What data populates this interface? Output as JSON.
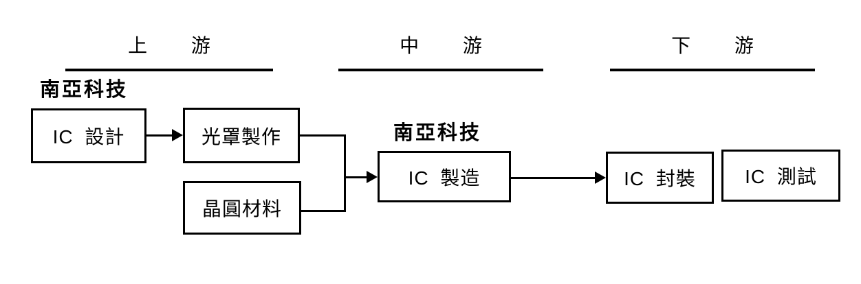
{
  "diagram": {
    "description": "IC industry supply chain flowchart",
    "colors": {
      "line": "#000000",
      "background": "#ffffff",
      "text": "#000000"
    },
    "sections": [
      {
        "label": "上 游"
      },
      {
        "label": "中 游"
      },
      {
        "label": "下 游"
      }
    ],
    "company_labels": [
      {
        "text": "南亞科技"
      },
      {
        "text": "南亞科技"
      }
    ],
    "nodes": [
      {
        "id": "ic-design",
        "label": "IC 設計",
        "section": "上游"
      },
      {
        "id": "mask-making",
        "label": "光罩製作",
        "section": "上游"
      },
      {
        "id": "wafer-material",
        "label": "晶圓材料",
        "section": "上游"
      },
      {
        "id": "ic-manufacturing",
        "label": "IC 製造",
        "section": "中游"
      },
      {
        "id": "ic-packaging",
        "label": "IC 封裝",
        "section": "下游"
      },
      {
        "id": "ic-testing",
        "label": "IC 測試",
        "section": "下游"
      }
    ],
    "edges": [
      {
        "from": "IC 設計",
        "to": "光罩製作",
        "arrow": true
      },
      {
        "from": "光罩製作",
        "to": "IC 製造",
        "arrow": true
      },
      {
        "from": "晶圓材料",
        "to": "IC 製造",
        "arrow": true
      },
      {
        "from": "IC 製造",
        "to": "IC 封裝",
        "arrow": true
      }
    ]
  }
}
